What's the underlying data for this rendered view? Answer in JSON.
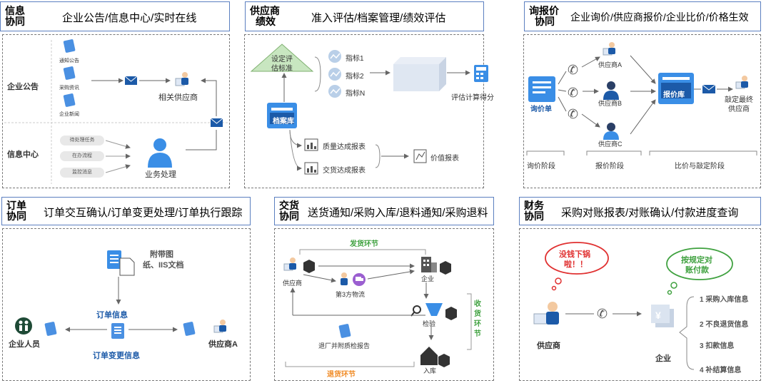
{
  "colors": {
    "accent": "#3a8ee6",
    "header_border": "#5b7fc0",
    "label_blue": "#1c5aa8",
    "green": "#3fa13f",
    "orange": "#f08a24",
    "red": "#e03030"
  },
  "panels": {
    "info": {
      "tag_line1": "信息",
      "tag_line2": "协同",
      "items": "企业公告/信息中心/实时在线",
      "left_label_1": "企业公告",
      "left_label_2": "信息中心",
      "doc1": "通知公告",
      "doc2": "采购资讯",
      "doc3": "企业新闻",
      "pill1": "待处理任务",
      "pill2": "在办流程",
      "pill3": "监控消息",
      "supplier": "相关供应商",
      "process": "业务处理"
    },
    "perf": {
      "tag_line1": "供应商",
      "tag_line2": "绩效",
      "items": "准入评估/档案管理/绩效评估",
      "triangle": "设定评估标准",
      "triangle_l1": "设定评",
      "triangle_l2": "估标准",
      "archive": "档案库",
      "ind1": "指标1",
      "ind2": "指标2",
      "indN": "指标N",
      "calc": "评估计算得分",
      "quality": "质量达成报表",
      "delivery": "交货达成报表",
      "value": "价值报表"
    },
    "quote": {
      "tag_line1": "询报价",
      "tag_line2": "协同",
      "items": "企业询价/供应商报价/企业比价/价格生效",
      "inquiry": "询价单",
      "supA": "供应商A",
      "supB": "供应商B",
      "supC": "供应商C",
      "library": "报价库",
      "final_l1": "敲定最终",
      "final_l2": "供应商",
      "stage1": "询价阶段",
      "stage2": "报价阶段",
      "stage3": "比价与敲定阶段"
    },
    "order": {
      "tag_line1": "订单",
      "tag_line2": "协同",
      "items": "订单交互确认/订单变更处理/订单执行跟踪",
      "attach_l1": "附带图",
      "attach_l2": "纸、IIS文档",
      "order_info": "订单信息",
      "order_change": "订单变更信息",
      "staff": "企业人员",
      "supA": "供应商A"
    },
    "delivery": {
      "tag_line1": "交货",
      "tag_line2": "协同",
      "items": "送货通知/采购入库/退料通知/采购退料",
      "ship": "发货环节",
      "supplier": "供应商",
      "logistics": "第3方物流",
      "enterprise": "企业",
      "inspect": "检验",
      "receive": "收货环节",
      "return_report": "退厂并附质检报告",
      "return": "退货环节",
      "warehouse": "入库"
    },
    "finance": {
      "tag_line1": "财务",
      "tag_line2": "协同",
      "items": "采购对账报表/对账确认/付款进度查询",
      "bubble_red_l1": "没钱下锅",
      "bubble_red_l2": "啦！！",
      "bubble_green_l1": "按规定对",
      "bubble_green_l2": "账付款",
      "supplier": "供应商",
      "enterprise": "企业",
      "list": [
        "1 采购入库信息",
        "2 不良退货信息",
        "3 扣款信息",
        "4 补结算信息"
      ]
    }
  }
}
